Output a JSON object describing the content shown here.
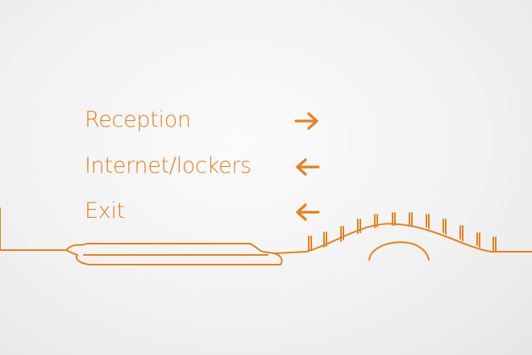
{
  "sign": {
    "color": "#e5821a",
    "items": [
      {
        "label": "Reception",
        "direction": "right"
      },
      {
        "label": "Internet/lockers",
        "direction": "left"
      },
      {
        "label": "Exit",
        "direction": "left"
      }
    ]
  }
}
